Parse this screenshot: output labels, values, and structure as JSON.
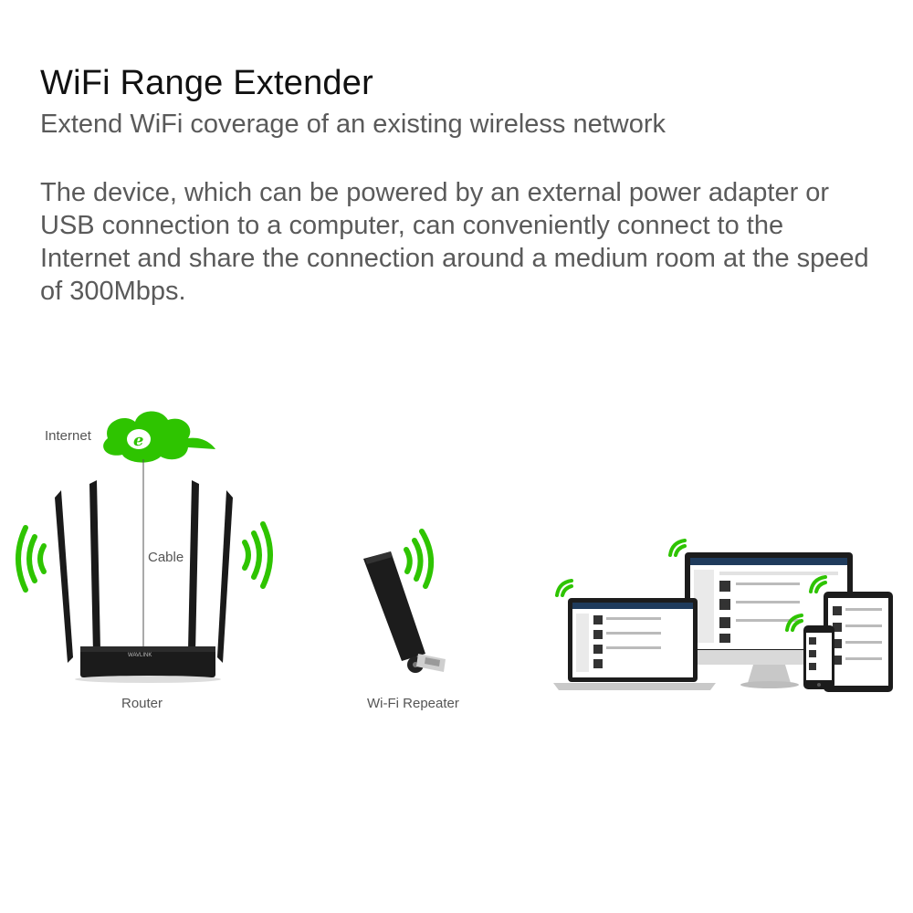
{
  "header": {
    "title": "WiFi Range Extender",
    "subtitle": "Extend WiFi coverage of an existing wireless network",
    "description": "The device, which can be powered by an external power adapter or USB connection to a computer, can conveniently connect to the Internet and share the connection around a medium room at the speed of 300Mbps."
  },
  "diagram": {
    "internet_label": "Internet",
    "cable_label": "Cable",
    "router_label": "Router",
    "repeater_label": "Wi-Fi Repeater",
    "brand_text": "WAVLINK"
  },
  "colors": {
    "signal": "#2ec400",
    "device": "#1a1a1a",
    "cloud": "#2ec400"
  }
}
